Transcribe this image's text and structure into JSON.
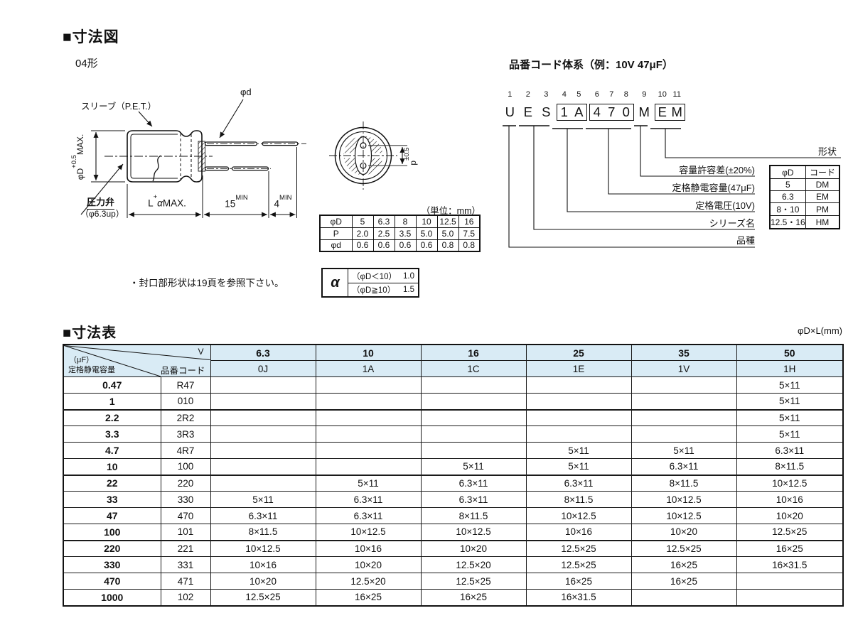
{
  "figure": {
    "heading": "■寸法図",
    "type": "04形",
    "sleeve_label": "スリーブ（P.E.T.）",
    "lead_dia_label": "φd",
    "body_dia": {
      "base": "φD",
      "sup": "+0.5",
      "suffix": "MAX."
    },
    "valve_label": "圧力弁",
    "valve_sub": "（φ6.3up）",
    "len_dim": {
      "base": "L",
      "sup": "+",
      "mid": "α",
      "suffix": "MAX."
    },
    "lead_min": {
      "base": "15",
      "sup": "MIN"
    },
    "tip_min": {
      "base": "4",
      "sup": "MIN"
    },
    "pitch_dim": {
      "base": "p",
      "sup": "±0.5"
    },
    "unit_note": "（単位：mm）",
    "pin_table": {
      "rows": [
        [
          "φD",
          "5",
          "6.3",
          "8",
          "10",
          "12.5",
          "16"
        ],
        [
          "P",
          "2.0",
          "2.5",
          "3.5",
          "5.0",
          "5.0",
          "7.5"
        ],
        [
          "φd",
          "0.6",
          "0.6",
          "0.6",
          "0.6",
          "0.8",
          "0.8"
        ]
      ]
    },
    "seal_note": "・封口部形状は19頁を参照下さい。",
    "alpha": {
      "symbol": "α",
      "rows": [
        {
          "cond": "（φD＜10）",
          "val": "1.0"
        },
        {
          "cond": "（φD≧10）",
          "val": "1.5"
        }
      ]
    }
  },
  "part_code": {
    "title": "品番コード体系（例：10V  47μF）",
    "groups": [
      {
        "nums": [
          "1"
        ],
        "chars": [
          "U"
        ],
        "boxed": false
      },
      {
        "nums": [
          "2"
        ],
        "chars": [
          "E"
        ],
        "boxed": false
      },
      {
        "nums": [
          "3"
        ],
        "chars": [
          "S"
        ],
        "boxed": false
      },
      {
        "nums": [
          "4",
          "5"
        ],
        "chars": [
          "1",
          "A"
        ],
        "boxed": true
      },
      {
        "nums": [
          "6",
          "7",
          "8"
        ],
        "chars": [
          "4",
          "7",
          "0"
        ],
        "boxed": true
      },
      {
        "nums": [
          "9"
        ],
        "chars": [
          "M"
        ],
        "boxed": false
      },
      {
        "nums": [
          "10",
          "11"
        ],
        "chars": [
          "E",
          "M"
        ],
        "boxed": true
      }
    ],
    "meanings": [
      "形状",
      "容量許容差(±20%)",
      "定格静電容量(47μF)",
      "定格電圧(10V)",
      "シリーズ名",
      "品種"
    ],
    "shape_table": {
      "headers": [
        "φD",
        "コード"
      ],
      "rows": [
        [
          "5",
          "DM"
        ],
        [
          "6.3",
          "EM"
        ],
        [
          "8・10",
          "PM"
        ],
        [
          "12.5・16",
          "HM"
        ]
      ]
    }
  },
  "size_table": {
    "heading": "■寸法表",
    "unit": "φD×L(mm)",
    "corner": {
      "v": "V",
      "code": "品番コード",
      "cap_unit": "（μF）",
      "cap_label": "定格静電容量"
    },
    "voltages": [
      "6.3",
      "10",
      "16",
      "25",
      "35",
      "50"
    ],
    "codes": [
      "0J",
      "1A",
      "1C",
      "1E",
      "1V",
      "1H"
    ],
    "rows": [
      {
        "cap": "0.47",
        "code": "R47",
        "cells": [
          "",
          "",
          "",
          "",
          "",
          "5×11"
        ],
        "thick": false
      },
      {
        "cap": "1",
        "code": "010",
        "cells": [
          "",
          "",
          "",
          "",
          "",
          "5×11"
        ],
        "thick": true
      },
      {
        "cap": "2.2",
        "code": "2R2",
        "cells": [
          "",
          "",
          "",
          "",
          "",
          "5×11"
        ],
        "thick": false
      },
      {
        "cap": "3.3",
        "code": "3R3",
        "cells": [
          "",
          "",
          "",
          "",
          "",
          "5×11"
        ],
        "thick": false
      },
      {
        "cap": "4.7",
        "code": "4R7",
        "cells": [
          "",
          "",
          "",
          "5×11",
          "5×11",
          "6.3×11"
        ],
        "thick": false
      },
      {
        "cap": "10",
        "code": "100",
        "cells": [
          "",
          "",
          "5×11",
          "5×11",
          "6.3×11",
          "8×11.5"
        ],
        "thick": true
      },
      {
        "cap": "22",
        "code": "220",
        "cells": [
          "",
          "5×11",
          "6.3×11",
          "6.3×11",
          "8×11.5",
          "10×12.5"
        ],
        "thick": false
      },
      {
        "cap": "33",
        "code": "330",
        "cells": [
          "5×11",
          "6.3×11",
          "6.3×11",
          "8×11.5",
          "10×12.5",
          "10×16"
        ],
        "thick": false
      },
      {
        "cap": "47",
        "code": "470",
        "cells": [
          "6.3×11",
          "6.3×11",
          "8×11.5",
          "10×12.5",
          "10×12.5",
          "10×20"
        ],
        "thick": false
      },
      {
        "cap": "100",
        "code": "101",
        "cells": [
          "8×11.5",
          "10×12.5",
          "10×12.5",
          "10×16",
          "10×20",
          "12.5×25"
        ],
        "thick": true
      },
      {
        "cap": "220",
        "code": "221",
        "cells": [
          "10×12.5",
          "10×16",
          "10×20",
          "12.5×25",
          "12.5×25",
          "16×25"
        ],
        "thick": false
      },
      {
        "cap": "330",
        "code": "331",
        "cells": [
          "10×16",
          "10×20",
          "12.5×20",
          "12.5×25",
          "16×25",
          "16×31.5"
        ],
        "thick": false
      },
      {
        "cap": "470",
        "code": "471",
        "cells": [
          "10×20",
          "12.5×20",
          "12.5×25",
          "16×25",
          "16×25",
          ""
        ],
        "thick": false
      },
      {
        "cap": "1000",
        "code": "102",
        "cells": [
          "12.5×25",
          "16×25",
          "16×25",
          "16×31.5",
          "",
          ""
        ],
        "thick": false
      }
    ]
  },
  "colors": {
    "header_bg": "#d9ebf5",
    "line": "#111111"
  }
}
